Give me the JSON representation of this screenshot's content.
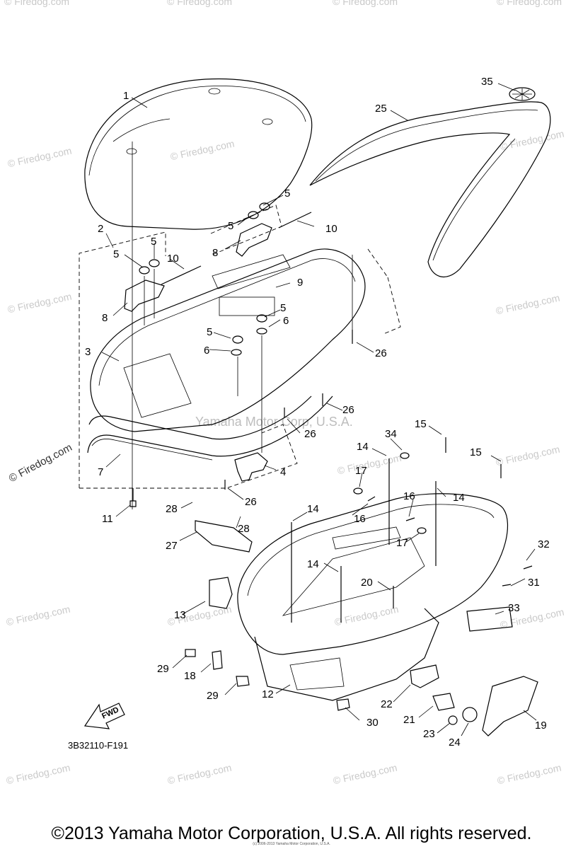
{
  "watermark_small": "© Firedog.com",
  "watermark_center": "Yamaha Motor Corp, U.S.A.",
  "part_code": "3B32110-F191",
  "fwd_label": "FWD",
  "copyright": "©2013 Yamaha Motor Corporation, U.S.A. All rights reserved.",
  "small_copyright": "(c) 2006-2013 Yamaha Motor Corporation, U.S.A.",
  "callouts": {
    "c1": "1",
    "c2": "2",
    "c3": "3",
    "c4": "4",
    "c5a": "5",
    "c5b": "5",
    "c5c": "5",
    "c5d": "5",
    "c5e": "5",
    "c5f": "5",
    "c6a": "6",
    "c6b": "6",
    "c7": "7",
    "c8a": "8",
    "c8b": "8",
    "c9": "9",
    "c10a": "10",
    "c10b": "10",
    "c11": "11",
    "c12": "12",
    "c13": "13",
    "c14a": "14",
    "c14b": "14",
    "c14c": "14",
    "c14d": "14",
    "c15a": "15",
    "c15b": "15",
    "c16a": "16",
    "c16b": "16",
    "c17a": "17",
    "c17b": "17",
    "c18": "18",
    "c19": "19",
    "c20": "20",
    "c21": "21",
    "c22": "22",
    "c23": "23",
    "c24": "24",
    "c25": "25",
    "c26a": "26",
    "c26b": "26",
    "c26c": "26",
    "c26d": "26",
    "c27": "27",
    "c28a": "28",
    "c28b": "28",
    "c29a": "29",
    "c29b": "29",
    "c30": "30",
    "c31": "31",
    "c32": "32",
    "c33": "33",
    "c34": "34",
    "c35": "35"
  }
}
